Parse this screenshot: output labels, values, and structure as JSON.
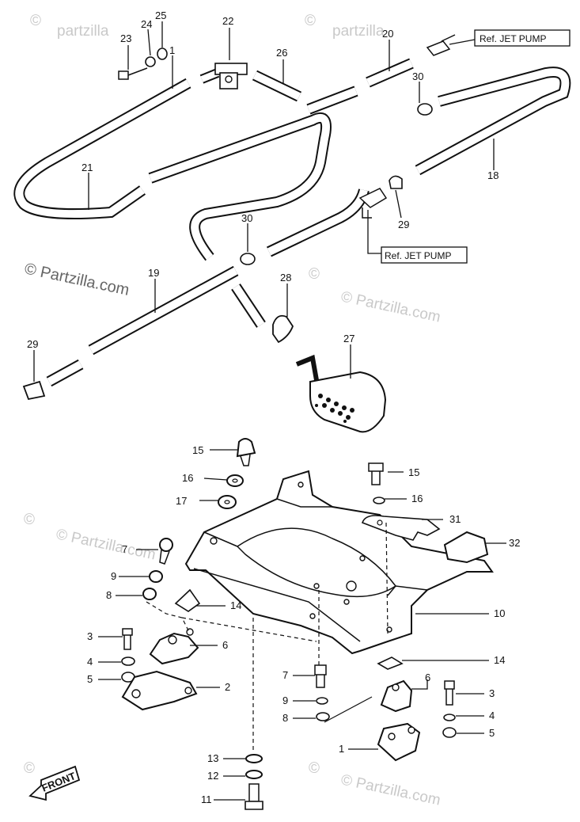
{
  "watermark": {
    "text": "© Partzilla.com",
    "icon_text": "©",
    "instances": 4,
    "icon_instances": 12
  },
  "references": [
    {
      "id": "ref-top",
      "text": "Ref. JET PUMP"
    },
    {
      "id": "ref-mid",
      "text": "Ref. JET PUMP"
    }
  ],
  "front_marker": {
    "text": "FRONT"
  },
  "callouts": [
    {
      "id": "c23",
      "label": "23"
    },
    {
      "id": "c24",
      "label": "24"
    },
    {
      "id": "c25",
      "label": "25"
    },
    {
      "id": "c1a",
      "label": "1"
    },
    {
      "id": "c22",
      "label": "22"
    },
    {
      "id": "c26",
      "label": "26"
    },
    {
      "id": "c20",
      "label": "20"
    },
    {
      "id": "c30a",
      "label": "30"
    },
    {
      "id": "c21",
      "label": "21"
    },
    {
      "id": "c18",
      "label": "18"
    },
    {
      "id": "c29a",
      "label": "29"
    },
    {
      "id": "c30b",
      "label": "30"
    },
    {
      "id": "c19",
      "label": "19"
    },
    {
      "id": "c28",
      "label": "28"
    },
    {
      "id": "c29b",
      "label": "29"
    },
    {
      "id": "c27",
      "label": "27"
    },
    {
      "id": "c15a",
      "label": "15"
    },
    {
      "id": "c15b",
      "label": "15"
    },
    {
      "id": "c16a",
      "label": "16"
    },
    {
      "id": "c16b",
      "label": "16"
    },
    {
      "id": "c17",
      "label": "17"
    },
    {
      "id": "c31",
      "label": "31"
    },
    {
      "id": "c32",
      "label": "32"
    },
    {
      "id": "c7a",
      "label": "7"
    },
    {
      "id": "c9a",
      "label": "9"
    },
    {
      "id": "c8a",
      "label": "8"
    },
    {
      "id": "c14a",
      "label": "14"
    },
    {
      "id": "c10",
      "label": "10"
    },
    {
      "id": "c3a",
      "label": "3"
    },
    {
      "id": "c6a",
      "label": "6"
    },
    {
      "id": "c4a",
      "label": "4"
    },
    {
      "id": "c5a",
      "label": "5"
    },
    {
      "id": "c2",
      "label": "2"
    },
    {
      "id": "c14b",
      "label": "14"
    },
    {
      "id": "c7b",
      "label": "7"
    },
    {
      "id": "c6b",
      "label": "6"
    },
    {
      "id": "c3b",
      "label": "3"
    },
    {
      "id": "c9b",
      "label": "9"
    },
    {
      "id": "c4b",
      "label": "4"
    },
    {
      "id": "c8b",
      "label": "8"
    },
    {
      "id": "c5b",
      "label": "5"
    },
    {
      "id": "c1b",
      "label": "1"
    },
    {
      "id": "c13",
      "label": "13"
    },
    {
      "id": "c12",
      "label": "12"
    },
    {
      "id": "c11",
      "label": "11"
    }
  ]
}
